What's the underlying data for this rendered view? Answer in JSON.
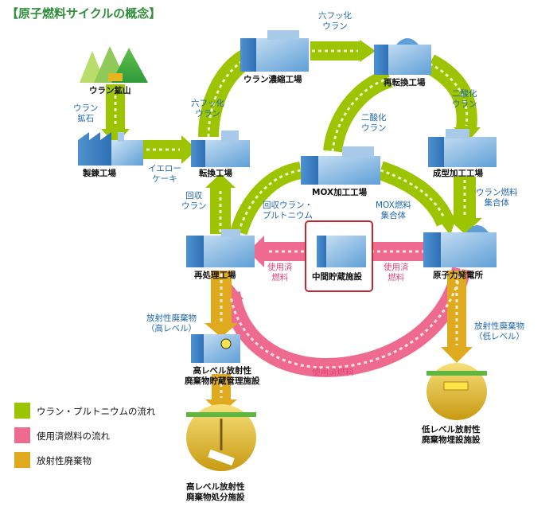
{
  "title": "【原子燃料サイクルの概念】",
  "colors": {
    "uranium_flow": "#9cc400",
    "spent_fuel_flow": "#ee6b8f",
    "waste_flow": "#e0aa1f",
    "label_blue": "#1f67ad",
    "label_pink": "#e0457b"
  },
  "facilities": {
    "mine": "ウラン鉱山",
    "refinery": "製錬工場",
    "conversion": "転換工場",
    "enrichment": "ウラン濃縮工場",
    "reconversion": "再転換工場",
    "fabrication": "成型加工工場",
    "mox": "MOX加工工場",
    "interim_storage": "中間貯蔵施設",
    "reprocessing": "再処理工場",
    "power_plant": "原子力発電所",
    "hlw_storage": [
      "高レベル放射性",
      "廃棄物貯蔵管理施設"
    ],
    "hlw_disposal": [
      "高レベル放射性",
      "廃棄物処分施設"
    ],
    "llw_disposal": [
      "低レベル放射性",
      "廃棄物埋設施設"
    ]
  },
  "flow_labels": {
    "uranium_ore": [
      "ウラン",
      "鉱石"
    ],
    "yellowcake": [
      "イエロー",
      "ケーキ"
    ],
    "uf6_to_enrich": [
      "六フッ化",
      "ウラン"
    ],
    "uf6_to_reconv": [
      "六フッ化",
      "ウラン"
    ],
    "uo2_fab": [
      "二酸化",
      "ウラン"
    ],
    "uo2_mox": [
      "二酸化",
      "ウラン"
    ],
    "fuel_assembly": [
      "ウラン燃料",
      "集合体"
    ],
    "mox_assembly": [
      "MOX燃料",
      "集合体"
    ],
    "recovered_u": [
      "回収",
      "ウラン"
    ],
    "recovered_upu": [
      "回収ウラン・",
      "プルトニウム"
    ],
    "spent_fuel_left": [
      "使用済",
      "燃料"
    ],
    "spent_fuel_right": [
      "使用済",
      "燃料"
    ],
    "spent_fuel_arc": "使用済燃料",
    "hlw_flow": [
      "放射性廃棄物",
      "（高レベル）"
    ],
    "llw_flow": [
      "放射性廃棄物",
      "（低レベル）"
    ]
  },
  "legend": [
    {
      "label": "ウラン・プルトニウムの流れ",
      "color": "#9cc400"
    },
    {
      "label": "使用済燃料の流れ",
      "color": "#ee6b8f"
    },
    {
      "label": "放射性廃棄物",
      "color": "#e0aa1f"
    }
  ]
}
